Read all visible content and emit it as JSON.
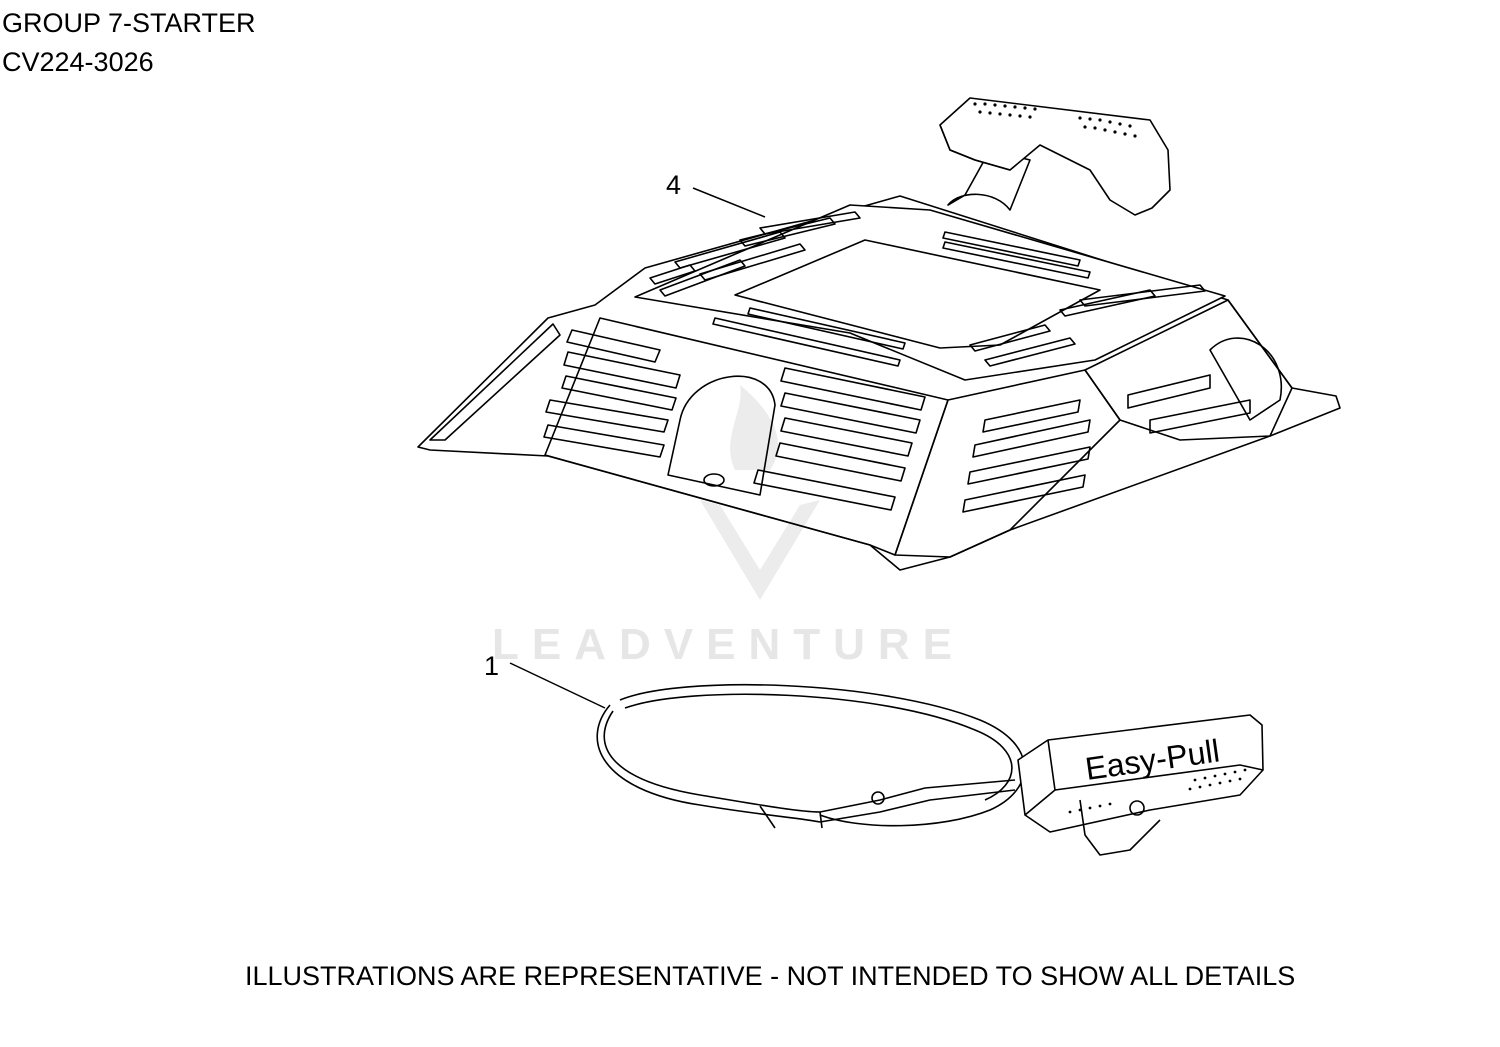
{
  "header": {
    "group": "GROUP 7-STARTER",
    "model": "CV224-3026"
  },
  "callouts": [
    {
      "id": "4",
      "label": "4"
    },
    {
      "id": "1",
      "label": "1"
    }
  ],
  "parts": {
    "handle_text": "Easy-Pull"
  },
  "watermark": "LEADVENTURE",
  "disclaimer": "ILLUSTRATIONS ARE REPRESENTATIVE - NOT INTENDED TO SHOW ALL DETAILS"
}
